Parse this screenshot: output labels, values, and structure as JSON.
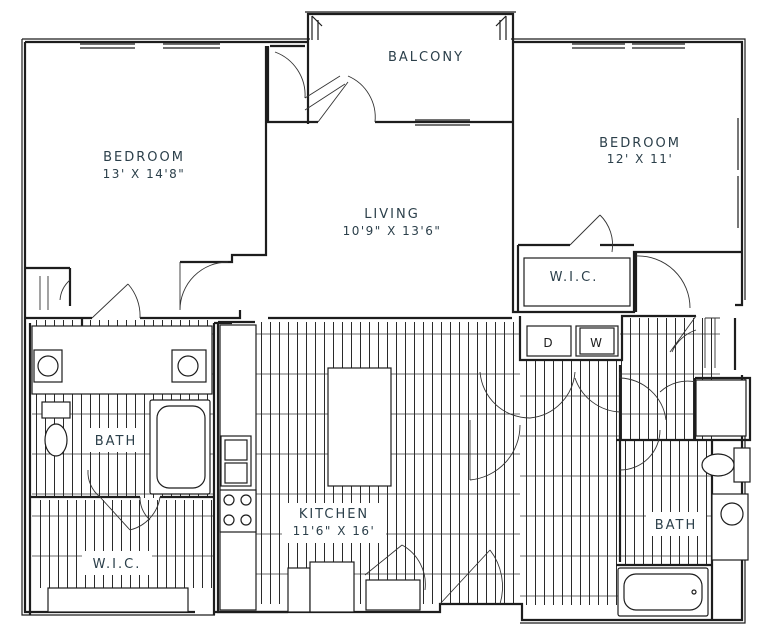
{
  "rooms": {
    "balcony": {
      "name": "BALCONY"
    },
    "bedroom_left": {
      "name": "BEDROOM",
      "size": "13' X 14'8\""
    },
    "bedroom_right": {
      "name": "BEDROOM",
      "size": "12' X 11'"
    },
    "living": {
      "name": "LIVING",
      "size": "10'9\" X 13'6\""
    },
    "wic_right": {
      "name": "W.I.C."
    },
    "wic_left": {
      "name": "W.I.C."
    },
    "bath_left": {
      "name": "BATH"
    },
    "bath_right": {
      "name": "BATH"
    },
    "kitchen": {
      "name": "KITCHEN",
      "size": "11'6\" X 16'"
    }
  },
  "appliances": {
    "dryer": "D",
    "washer": "W"
  },
  "colors": {
    "wall": "#1d1d1d",
    "label": "#2b3f4a",
    "floor_line": "#2a2a2a"
  }
}
